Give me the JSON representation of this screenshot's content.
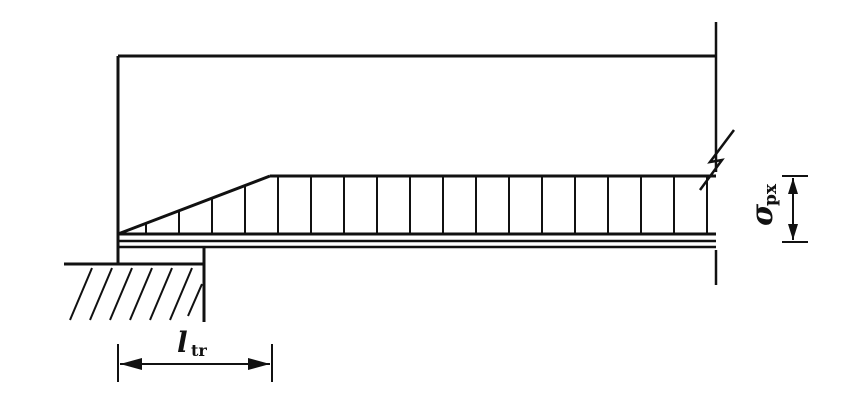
{
  "labels": {
    "transfer_length_symbol": "l",
    "transfer_length_subscript": "tr",
    "stress_symbol": "σ",
    "stress_subscript": "px"
  }
}
